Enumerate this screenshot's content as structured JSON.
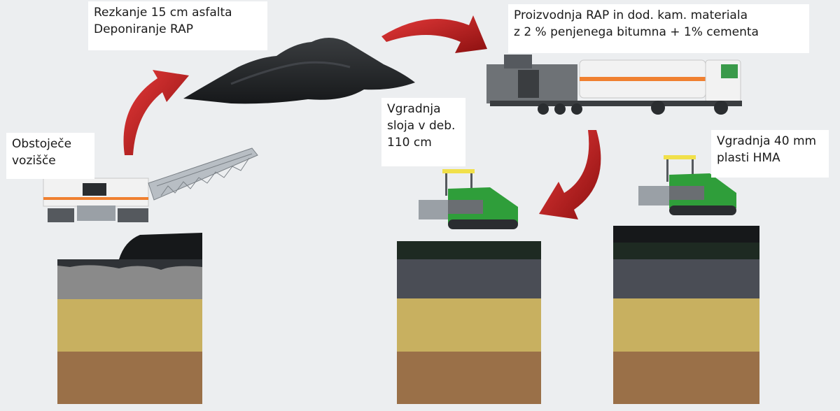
{
  "labels": {
    "milling": "Rezkanje 15 cm asfalta\nDeponiranje RAP",
    "production": "Proizvodnja RAP in dod. kam. materiala\nz 2 % penjenega bitumna + 1% cementa",
    "existing": "Obstoječe\nvozišče",
    "base_layer": "Vgradnja\nsloja v deb.\n110 cm",
    "hma": "Vgradnja 40 mm\nplasti HMA"
  },
  "colors": {
    "background": "#eceef0",
    "arrow_red": "#d42424",
    "arrow_dark": "#8c1010",
    "asphalt_black": "#16181a",
    "asphalt_top": "#1e2a22",
    "foam_layer": "#4a4d55",
    "grey_gravel": "#8a8a8a",
    "sand": "#c8b060",
    "soil": "#9a7048",
    "paver_green": "#2f9e3a",
    "paver_yellow": "#f1e04a",
    "machine_white": "#f2f2f2",
    "stripe_orange": "#f08030"
  },
  "icons": [
    "milling-machine-icon",
    "rap-pile-icon",
    "mixer-truck-icon",
    "paver-icon",
    "curved-arrow-icon"
  ]
}
